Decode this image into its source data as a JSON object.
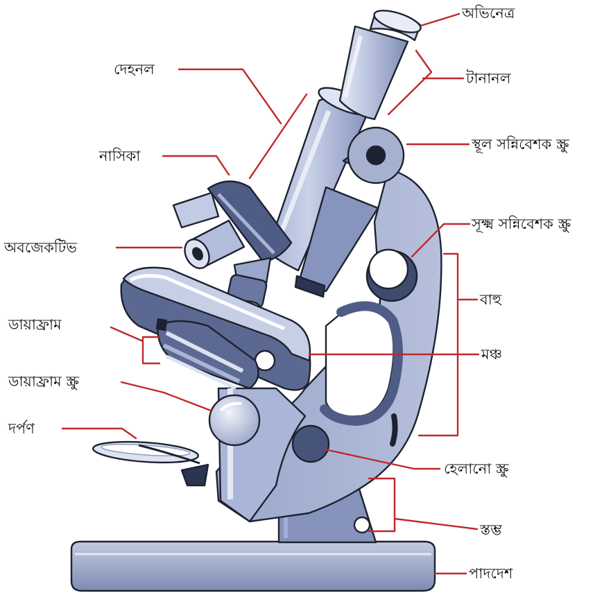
{
  "labels": {
    "eyepiece": "অভিনেত্র",
    "draw_tube": "টানানল",
    "body_tube": "দেহনল",
    "coarse_adjustment": "স্থূল সন্নিবেশক স্ক্রু",
    "nosepiece": "নাসিকা",
    "fine_adjustment": "সূক্ষ্ম সন্নিবেশক স্ক্রু",
    "objective": "অবজেকটিভ",
    "arm": "বাহু",
    "diaphragm": "ডায়াফ্রাম",
    "stage": "মঞ্চ",
    "diaphragm_screw": "ডায়াফ্রাম স্ক্রু",
    "mirror": "দর্পণ",
    "inclination_joint": "হেলানো স্ক্রু",
    "pillar": "স্তম্ভ",
    "base": "পাদদেশ"
  },
  "colors": {
    "leader": "#c0282b",
    "metal_light": "#b9c3dc",
    "metal_mid": "#8e9cc3",
    "metal_dark": "#4f5d86",
    "outline": "#1d2230"
  }
}
